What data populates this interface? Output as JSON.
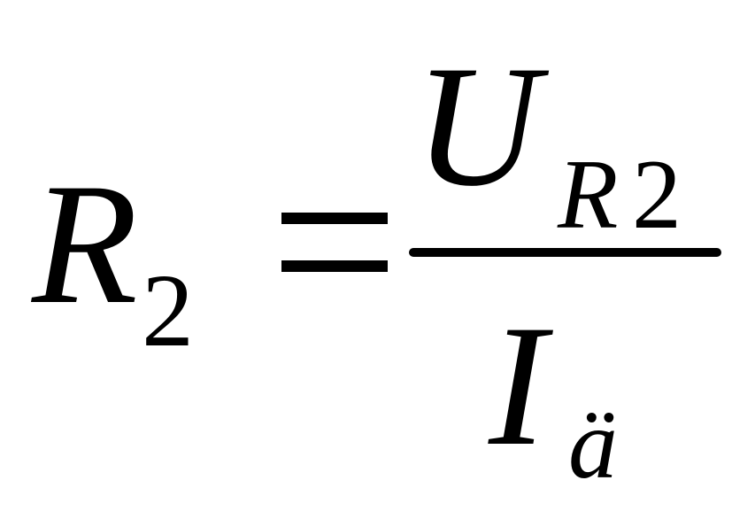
{
  "formula": {
    "lhs": {
      "symbol": "R",
      "subscript": "2"
    },
    "operator": "=",
    "numerator": {
      "symbol": "U",
      "subscript_letter": "R",
      "subscript_digit": "2"
    },
    "denominator": {
      "symbol": "I",
      "subscript": "ä"
    }
  }
}
